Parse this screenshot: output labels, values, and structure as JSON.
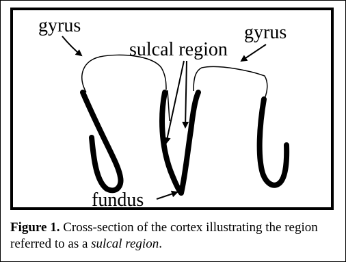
{
  "diagram": {
    "labels": {
      "gyrus_left": "gyrus",
      "gyrus_right": "gyrus",
      "sulcal_region": "sulcal region",
      "fundus": "fundus"
    }
  },
  "caption": {
    "label": "Figure 1.",
    "text_before": " Cross-section of the cortex illustrating the region referred to as a ",
    "emphasis": "sulcal region",
    "text_after": "."
  },
  "colors": {
    "stroke": "#000000",
    "background": "#ffffff"
  }
}
